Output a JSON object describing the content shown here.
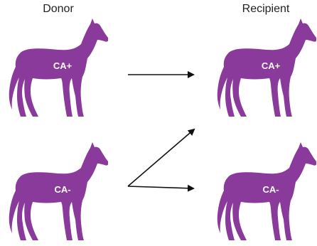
{
  "headers": {
    "donor": "Donor",
    "recipient": "Recipient"
  },
  "horses": {
    "donor_top": {
      "label": "CA+"
    },
    "recipient_top": {
      "label": "CA+"
    },
    "donor_bottom": {
      "label": "CA-"
    },
    "recipient_bottom": {
      "label": "CA-"
    }
  },
  "colors": {
    "horse": "#8a3a9a",
    "arrow": "#111111"
  }
}
